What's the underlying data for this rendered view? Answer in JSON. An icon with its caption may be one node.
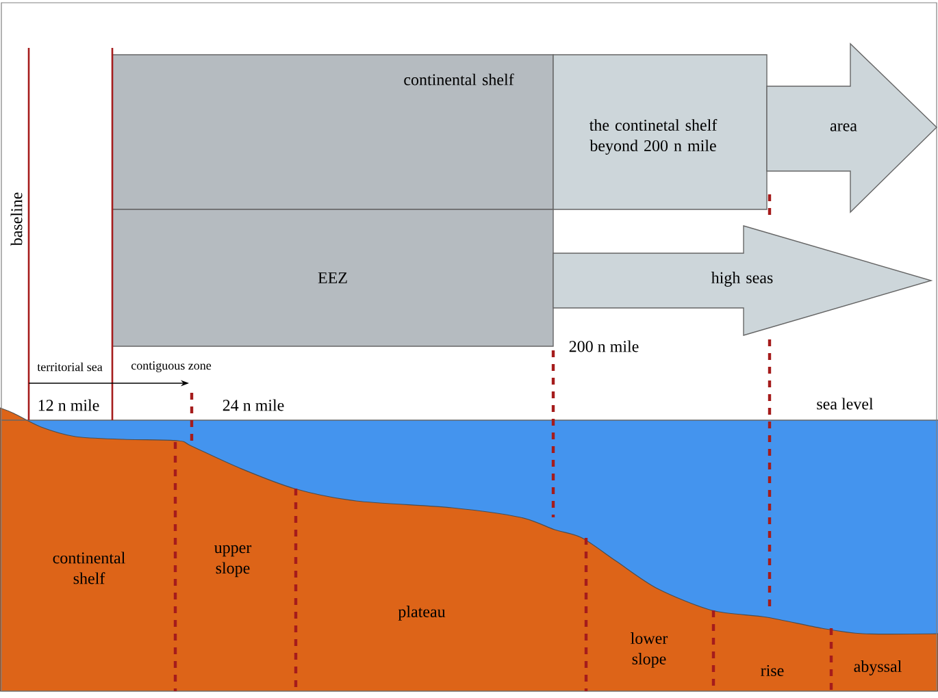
{
  "diagram": {
    "nodes": [
      {
        "text": [
          "continental shelf"
        ]
      },
      {
        "text": [
          "EEZ"
        ]
      },
      {
        "text": [
          "the continetal shelf beyond 200 n mile"
        ]
      },
      {
        "text": [
          "area"
        ]
      },
      {
        "text": [
          "high seas"
        ]
      }
    ],
    "edges": [],
    "labels": [
      "baseline",
      "territorial sea",
      "contiguous zone",
      "12 n mile",
      "24 n mile",
      "200 n mile",
      "sea level",
      "continental shelf",
      "upper slope",
      "plateau",
      "lower slope",
      "rise",
      "abyssal"
    ]
  }
}
